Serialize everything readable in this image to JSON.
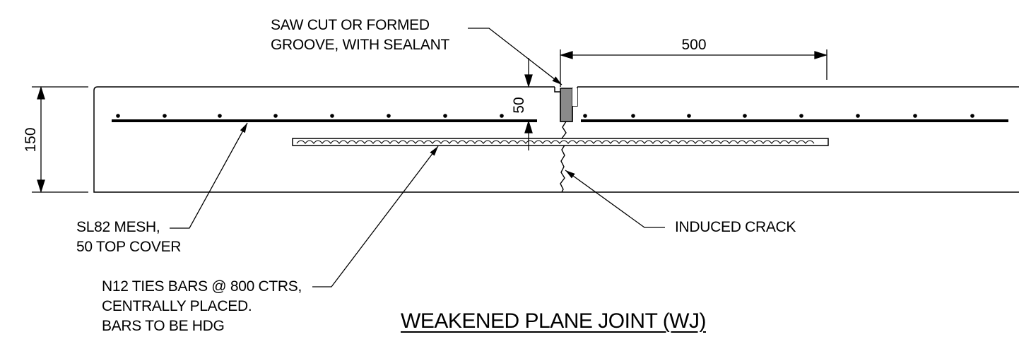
{
  "labels": {
    "saw_cut_line1": "SAW CUT OR FORMED",
    "saw_cut_line2": "GROOVE, WITH SEALANT",
    "mesh_line1": "SL82 MESH,",
    "mesh_line2": "50 TOP COVER",
    "ties_line1": "N12 TIES BARS @ 800 CTRS,",
    "ties_line2": "CENTRALLY PLACED.",
    "ties_line3": "BARS TO BE HDG",
    "induced_crack": "INDUCED CRACK"
  },
  "dimensions": {
    "slab_thickness": "150",
    "top_cover": "50",
    "tie_bar_half_length": "500"
  },
  "title": "WEAKENED PLANE JOINT (WJ)"
}
